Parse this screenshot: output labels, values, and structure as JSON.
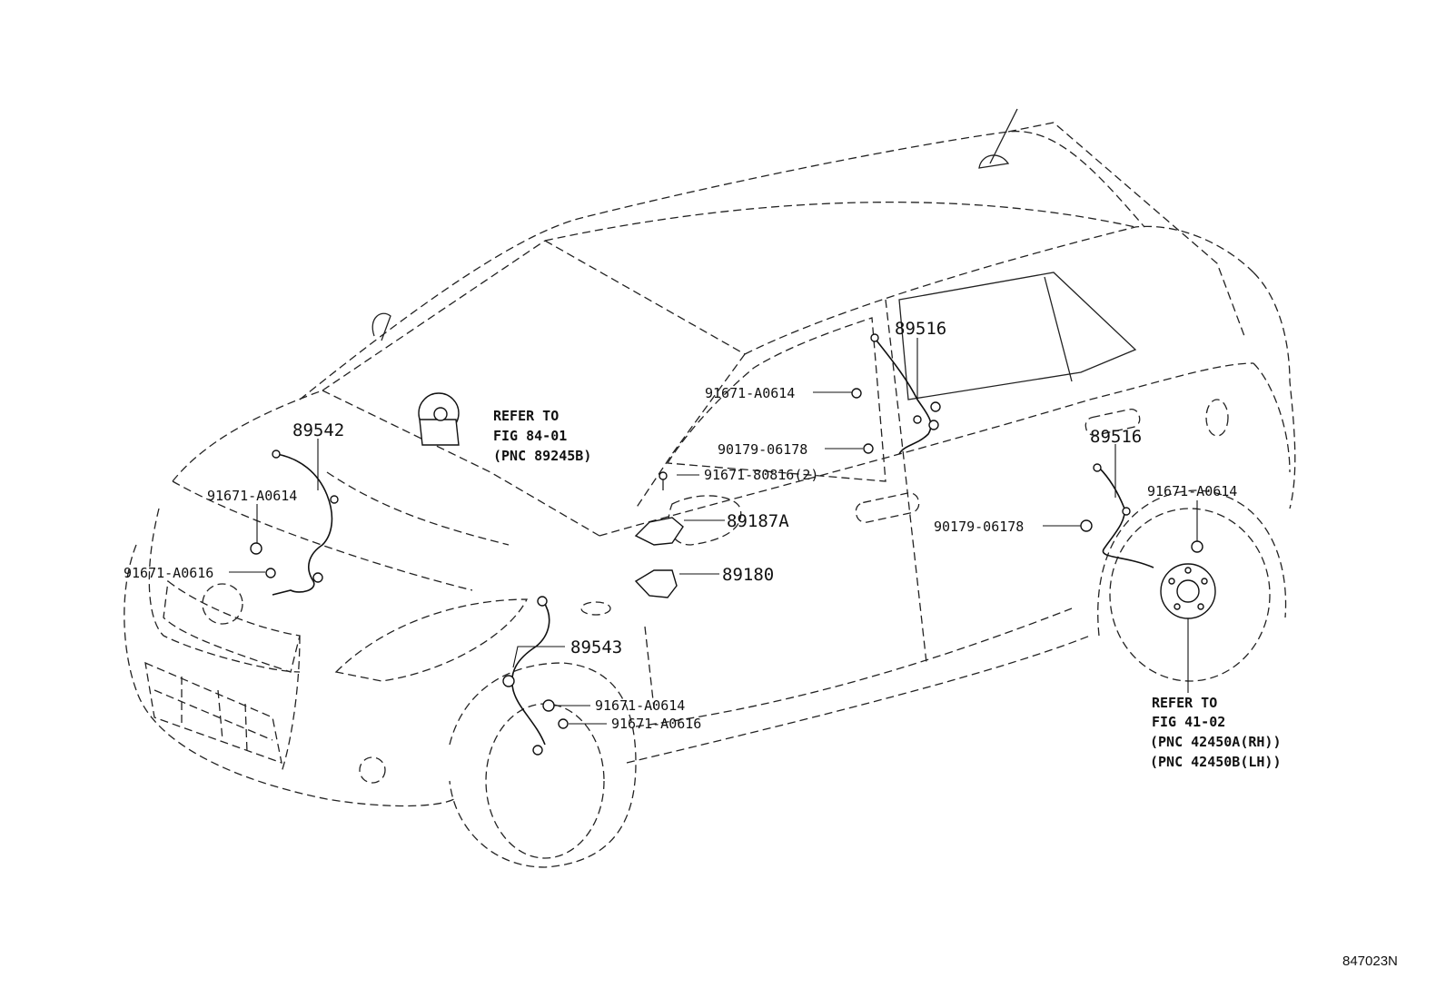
{
  "labels": {
    "p89516_upper": "89516",
    "p91671_A0614_door": "91671-A0614",
    "p90179_06178_door": "90179-06178",
    "p91671_80816": "91671-80816(2)",
    "p89187A": "89187A",
    "p89180": "89180",
    "p89542": "89542",
    "p91671_A0614_front_left": "91671-A0614",
    "p91671_A0616_front_left": "91671-A0616",
    "p89543": "89543",
    "p91671_A0614_front_wheel": "91671-A0614",
    "p91671_A0616_front_wheel": "91671-A0616",
    "p89516_rear": "89516",
    "p90179_06178_rear": "90179-06178",
    "p91671_A0614_rear": "91671-A0614"
  },
  "refer_upper": {
    "line1": "REFER TO",
    "line2": "FIG 84-01",
    "line3": "(PNC 89245B)"
  },
  "refer_rear": {
    "line1": "REFER TO",
    "line2": "FIG 41-02",
    "line3": "(PNC 42450A(RH))",
    "line4": "(PNC 42450B(LH))"
  },
  "drawing_code": "847023N"
}
